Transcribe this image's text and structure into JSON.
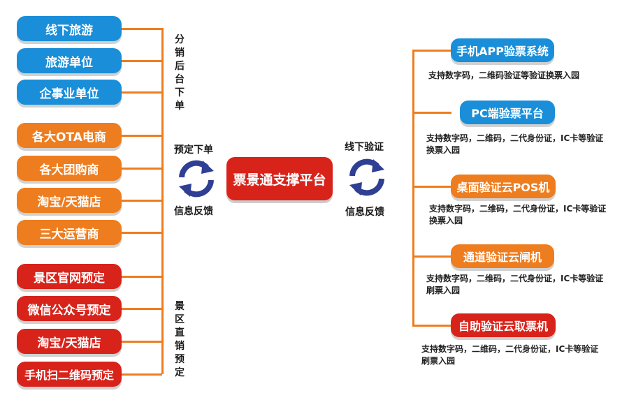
{
  "left_channels": [
    {
      "label": "线下旅游",
      "color": "blue"
    },
    {
      "label": "旅游单位",
      "color": "blue"
    },
    {
      "label": "企事业单位",
      "color": "blue"
    },
    {
      "label": "各大OTA电商",
      "color": "orange"
    },
    {
      "label": "各大团购商",
      "color": "orange"
    },
    {
      "label": "淘宝/天猫店",
      "color": "orange"
    },
    {
      "label": "三大运营商",
      "color": "orange"
    },
    {
      "label": "景区官网预定",
      "color": "red"
    },
    {
      "label": "微信公众号预定",
      "color": "red"
    },
    {
      "label": "淘宝/天猫店",
      "color": "red"
    },
    {
      "label": "手机扫二维码预定",
      "color": "red"
    }
  ],
  "group_labels": {
    "distribution": "分销后台下单",
    "scenic_direct": "景区直销预定"
  },
  "left_cycle": {
    "top_label": "预定下单",
    "bottom_label": "信息反馈"
  },
  "right_cycle": {
    "top_label": "线下验证",
    "bottom_label": "信息反馈"
  },
  "center_platform": {
    "label": "票景通支撑平台"
  },
  "verification_methods": [
    {
      "title": "手机APP验票系统",
      "desc": "支持数字码，二维码验证等验证换票入园",
      "color": "blue"
    },
    {
      "title": "PC端验票平台",
      "desc": "支持数字码，二维码，二代身份证，IC卡等验证换票入园",
      "color": "blue"
    },
    {
      "title": "桌面验证云POS机",
      "desc": "支持数字码，二维码，二代身份证，IC卡等验证换票入园",
      "color": "orange"
    },
    {
      "title": "通道验证云闸机",
      "desc": "支持数字码，二维码，二代身份证，IC卡等验证刷票入园",
      "color": "orange"
    },
    {
      "title": "自助验证云取票机",
      "desc": "支持数字码，二维码，二代身份证，IC卡等验证刷票入园",
      "color": "red"
    }
  ],
  "colors": {
    "blue": "#1a8ed8",
    "orange": "#ee7d1f",
    "red": "#d8231b",
    "cycle_blue": "#2f3f93"
  }
}
